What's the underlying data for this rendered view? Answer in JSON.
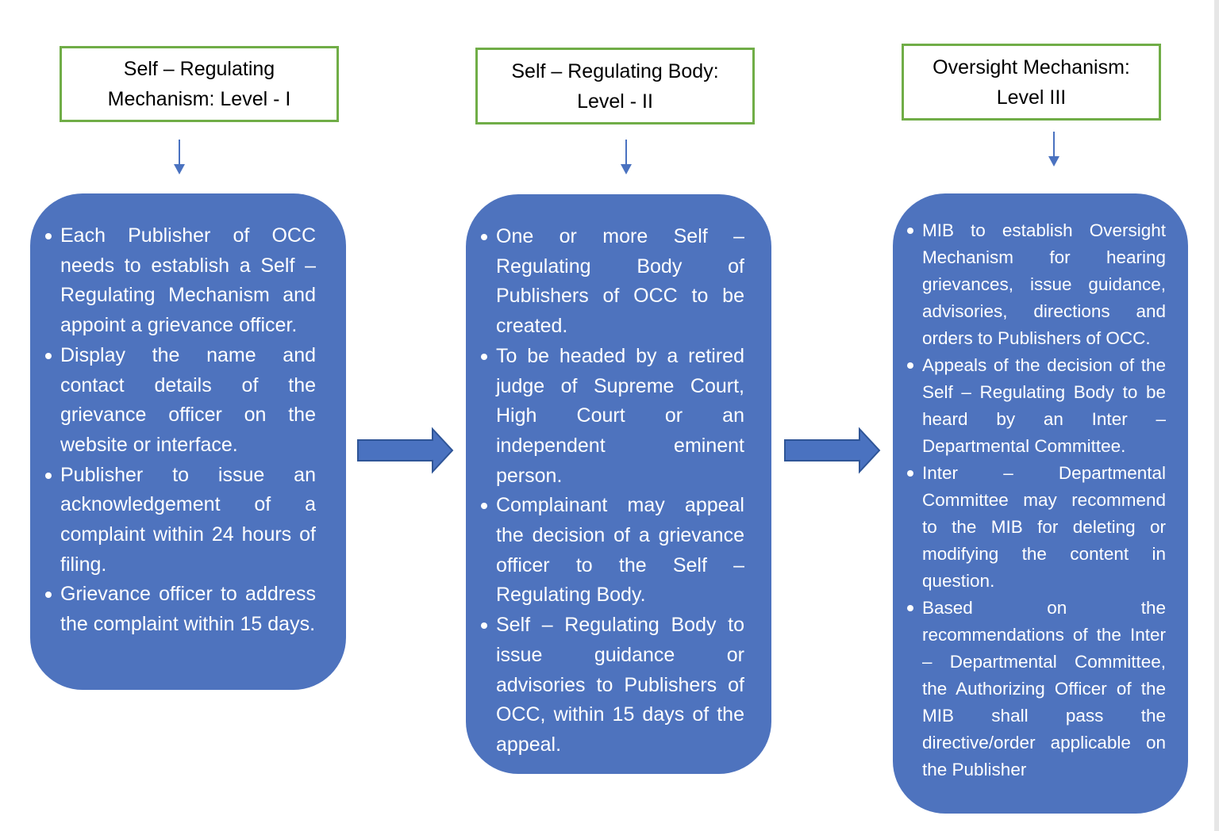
{
  "colors": {
    "title_border": "#70ad47",
    "panel_fill": "#4e73be",
    "arrow_fill": "#4a72c0",
    "arrow_stroke": "#2f5597",
    "text_on_panel": "#ffffff"
  },
  "levels": [
    {
      "title_lines": [
        "Self – Regulating",
        "Mechanism: Level - I"
      ],
      "bullets": [
        "Each Publisher of OCC needs to establish a Self – Regulating Mechanism and appoint a grievance officer.",
        "Display the name and contact details of the grievance officer on the website or interface.",
        "Publisher to issue an acknowledgement of a complaint within 24 hours of filing.",
        "Grievance officer to address the complaint within 15 days."
      ]
    },
    {
      "title_lines": [
        "Self – Regulating Body:",
        "Level - II"
      ],
      "bullets": [
        "One or more Self – Regulating Body of Publishers of OCC to be created.",
        " To be headed by a retired judge of Supreme Court, High Court or an independent eminent person.",
        "Complainant may appeal the decision of a grievance officer to the Self – Regulating Body.",
        "Self – Regulating Body to issue guidance or advisories to Publishers of OCC, within 15 days of the appeal."
      ]
    },
    {
      "title_lines": [
        "Oversight Mechanism:",
        "Level III"
      ],
      "bullets": [
        "MIB to establish Oversight Mechanism for hearing grievances, issue guidance, advisories, directions and orders to Publishers of OCC.",
        "Appeals of the decision of the Self – Regulating Body to be heard by an Inter – Departmental Committee.",
        "Inter – Departmental Committee may recommend to the MIB for deleting or modifying the content in question.",
        "Based on the recommendations of the Inter – Departmental Committee, the Authorizing Officer of the MIB shall pass the directive/order applicable on the Publisher"
      ]
    }
  ]
}
